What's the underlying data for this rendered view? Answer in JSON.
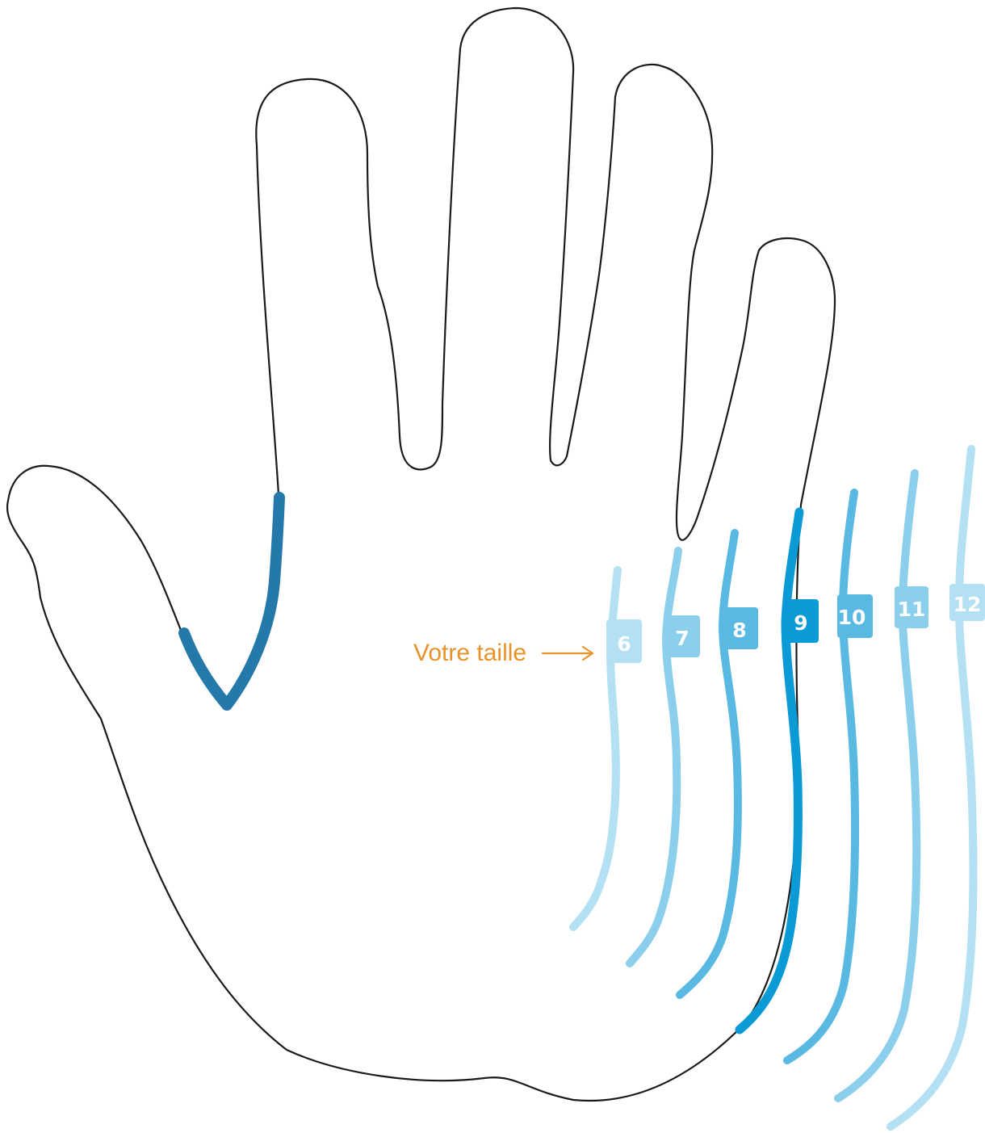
{
  "pointer": {
    "label": "Votre taille",
    "color": "#e8922a"
  },
  "colors": {
    "outline": "#1a1a1a",
    "thumb_gauge": "#2479aa"
  },
  "sizes": [
    {
      "label": "6",
      "color": "#b3e0f2",
      "selected": false
    },
    {
      "label": "7",
      "color": "#8ccfec",
      "selected": false
    },
    {
      "label": "8",
      "color": "#5ab9e3",
      "selected": false
    },
    {
      "label": "9",
      "color": "#0a9ad6",
      "selected": true
    },
    {
      "label": "10",
      "color": "#5ab9e3",
      "selected": false
    },
    {
      "label": "11",
      "color": "#8ccfec",
      "selected": false
    },
    {
      "label": "12",
      "color": "#b3e0f2",
      "selected": false
    }
  ]
}
